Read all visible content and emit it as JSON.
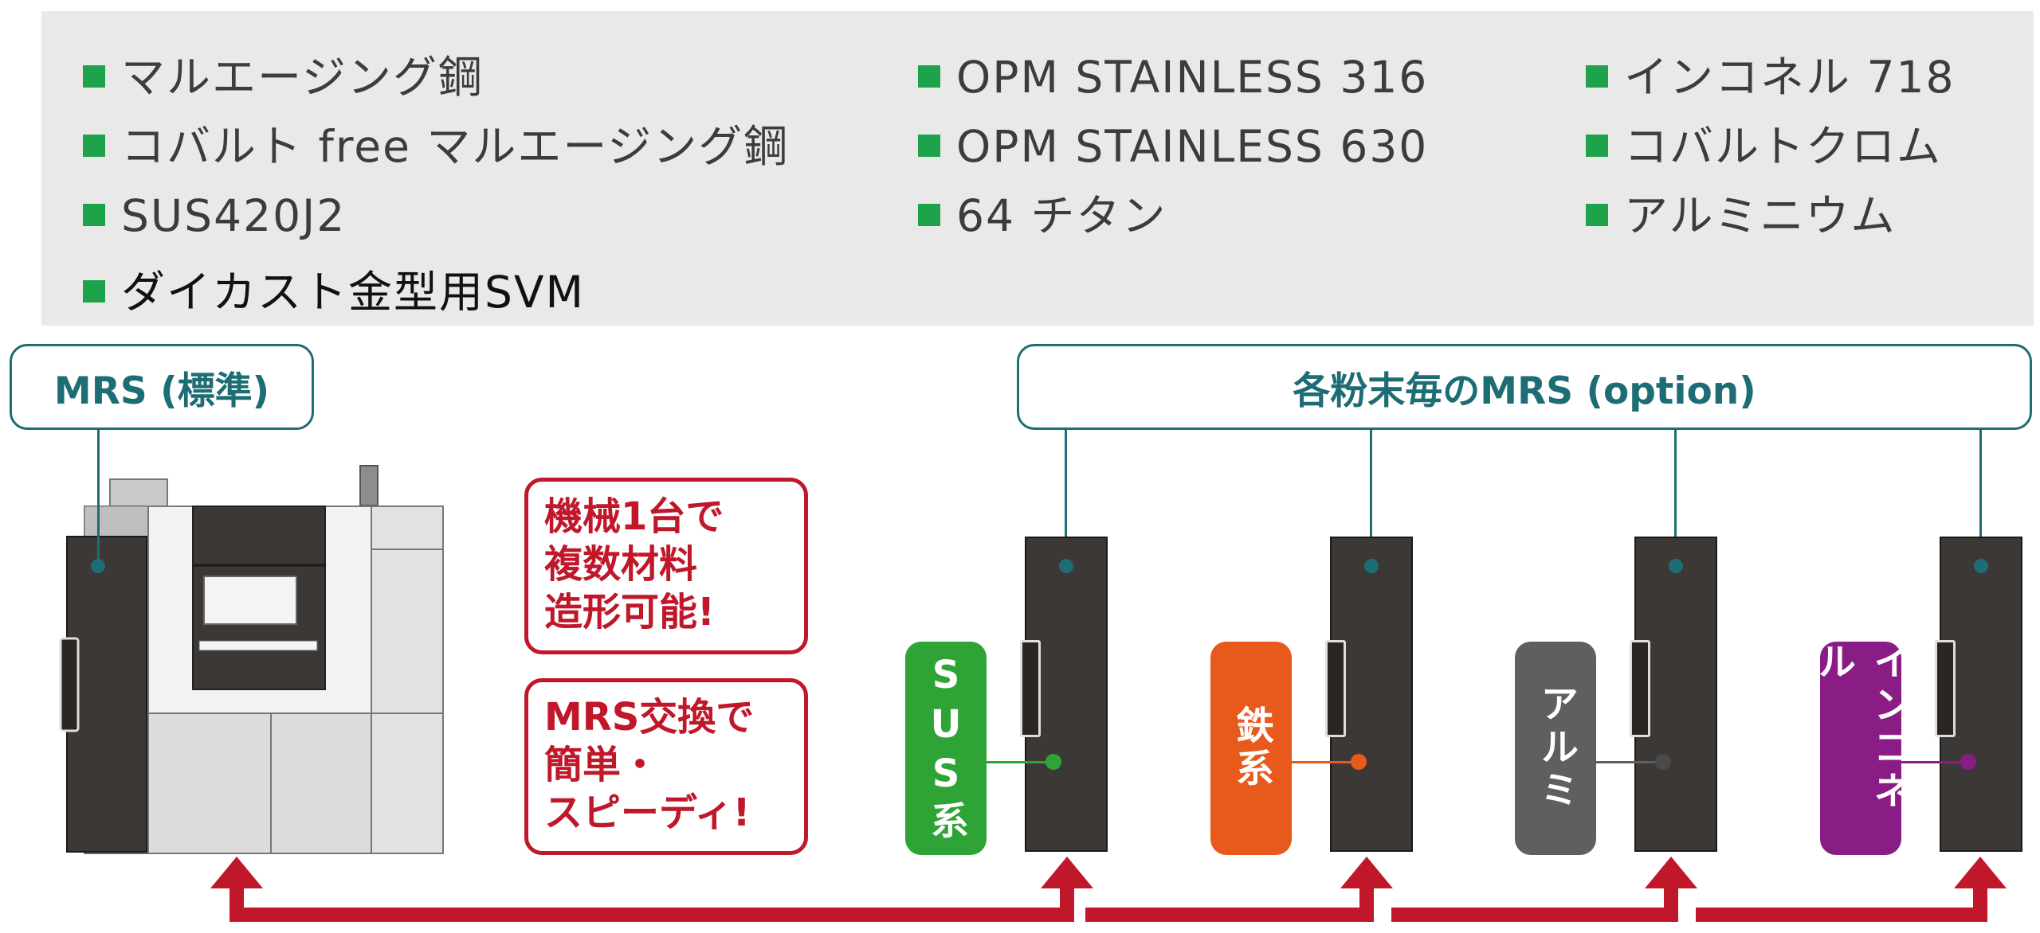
{
  "materials": [
    [
      "マルエージング鋼",
      "コバルト free マルエージング鋼",
      "SUS420J2",
      "ダイカスト金型用SVM"
    ],
    [
      "OPM STAINLESS 316",
      "OPM STAINLESS 630",
      "64 チタン"
    ],
    [
      "インコネル 718",
      "コバルトクロム",
      "アルミニウム"
    ]
  ],
  "labels": {
    "standard": "MRS (標準)",
    "option": "各粉末毎のMRS (option)"
  },
  "notes": {
    "note1": [
      "機械1台で",
      "複数材料",
      "造形可能!"
    ],
    "note2": [
      "MRS交換で",
      "簡単・",
      "スピーディ!"
    ]
  },
  "modules": [
    {
      "label": "SUS系",
      "color": "#2ea436"
    },
    {
      "label": "鉄系",
      "color": "#e8591c"
    },
    {
      "label": "アルミ",
      "color": "#5f5f5f"
    },
    {
      "label": "インコネル",
      "color": "#8a1c86"
    }
  ],
  "colors": {
    "accent_teal": "#1d6d74",
    "accent_red": "#c0172a",
    "bullet_green": "#1fa34a"
  }
}
